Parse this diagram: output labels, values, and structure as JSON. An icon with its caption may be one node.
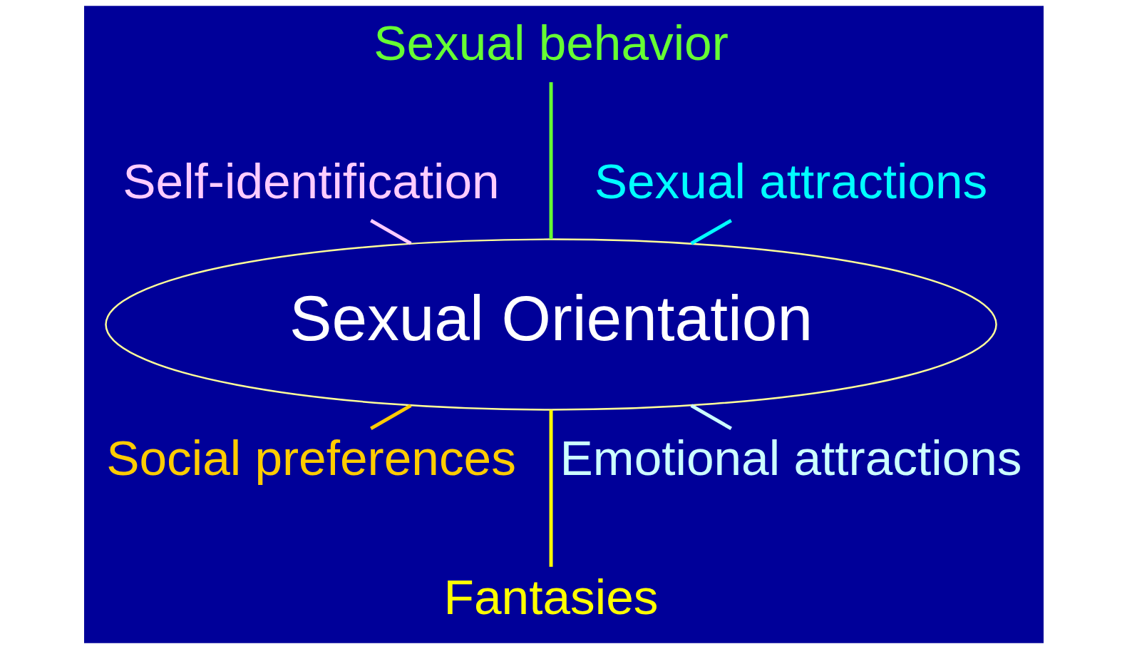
{
  "diagram": {
    "nodes": [
      {
        "text": [
          "Sexual Orientation"
        ]
      },
      {
        "text": [
          "Sexual attractions"
        ]
      },
      {
        "text": [
          "Sexual behavior"
        ]
      },
      {
        "text": [
          "Self-identification"
        ]
      },
      {
        "text": [
          "Social preferences"
        ]
      },
      {
        "text": [
          "Fantasies"
        ]
      },
      {
        "text": [
          "Emotional attractions"
        ]
      }
    ],
    "edges": [
      {
        "from": 0,
        "to": 1,
        "arrow": "none",
        "color": "#00ffff"
      },
      {
        "from": 0,
        "to": 2,
        "arrow": "none",
        "color": "#66ff33"
      },
      {
        "from": 0,
        "to": 3,
        "arrow": "none",
        "color": "#ffccff"
      },
      {
        "from": 0,
        "to": 4,
        "arrow": "none",
        "color": "#ffcc00"
      },
      {
        "from": 0,
        "to": 5,
        "arrow": "none",
        "color": "#ffff00"
      },
      {
        "from": 0,
        "to": 6,
        "arrow": "none",
        "color": "#ccffff"
      }
    ]
  }
}
